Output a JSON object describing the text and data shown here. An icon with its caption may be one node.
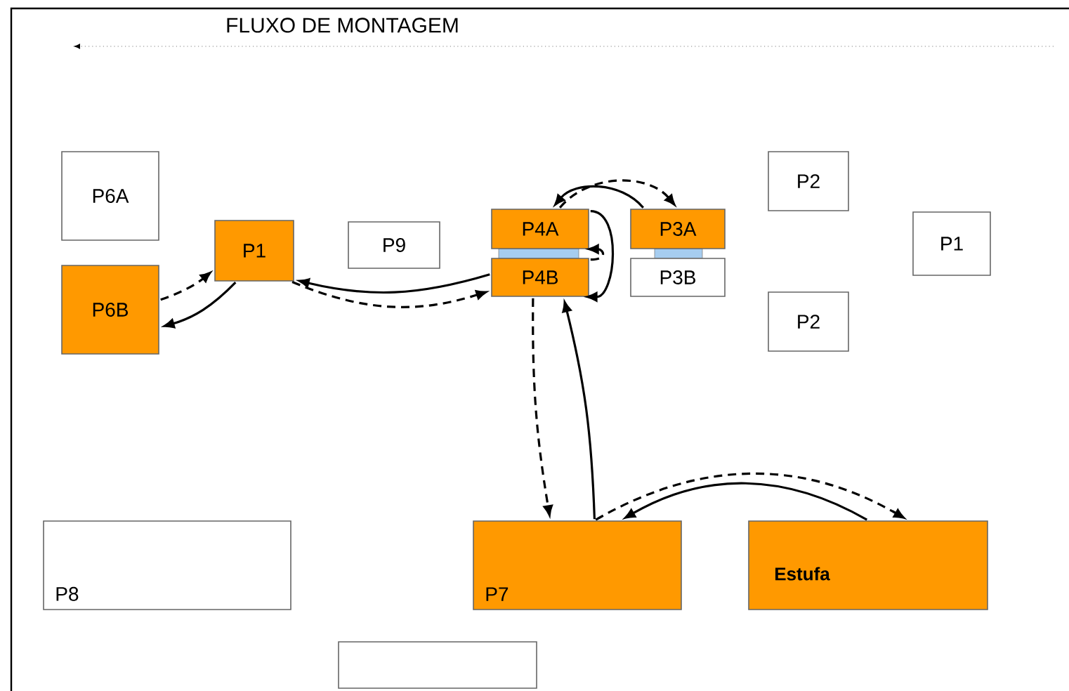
{
  "diagram": {
    "title": "FLUXO DE MONTAGEM",
    "nodes": [
      {
        "text": [
          "P6A"
        ]
      },
      {
        "text": [
          "P2"
        ]
      },
      {
        "text": [
          "P4A"
        ]
      },
      {
        "text": [
          "P3A"
        ]
      },
      {
        "text": [
          "P1"
        ]
      },
      {
        "text": [
          "P9"
        ]
      },
      {
        "text": [
          "P1"
        ]
      },
      {
        "text": [
          "P4B"
        ]
      },
      {
        "text": [
          "P3B"
        ]
      },
      {
        "text": [
          "P6B"
        ]
      },
      {
        "text": [
          "P2"
        ]
      },
      {
        "text": [
          "P8"
        ]
      },
      {
        "text": [
          "P7"
        ]
      },
      {
        "text": [
          "Estufa"
        ]
      },
      {
        "text": [],
        "shape": "box"
      }
    ],
    "edges": [
      {
        "from": 9,
        "to": 4,
        "arrow": "to",
        "style": "dashed"
      },
      {
        "from": 4,
        "to": 9,
        "arrow": "to"
      },
      {
        "from": 7,
        "to": 4,
        "arrow": "to"
      },
      {
        "from": 4,
        "to": 7,
        "arrow": "to",
        "style": "dashed"
      },
      {
        "from": 2,
        "to": 3,
        "arrow": "to",
        "style": "dashed"
      },
      {
        "from": 3,
        "to": 2,
        "arrow": "to"
      },
      {
        "from": 2,
        "to": 7,
        "arrow": "to"
      },
      {
        "from": 7,
        "to": 2,
        "arrow": "to",
        "style": "dashed"
      },
      {
        "from": 7,
        "to": 12,
        "arrow": "to",
        "style": "dashed"
      },
      {
        "from": 12,
        "to": 7,
        "arrow": "to"
      },
      {
        "from": 12,
        "to": 13,
        "arrow": "to",
        "style": "dashed"
      },
      {
        "from": 13,
        "to": 12,
        "arrow": "to"
      }
    ]
  }
}
